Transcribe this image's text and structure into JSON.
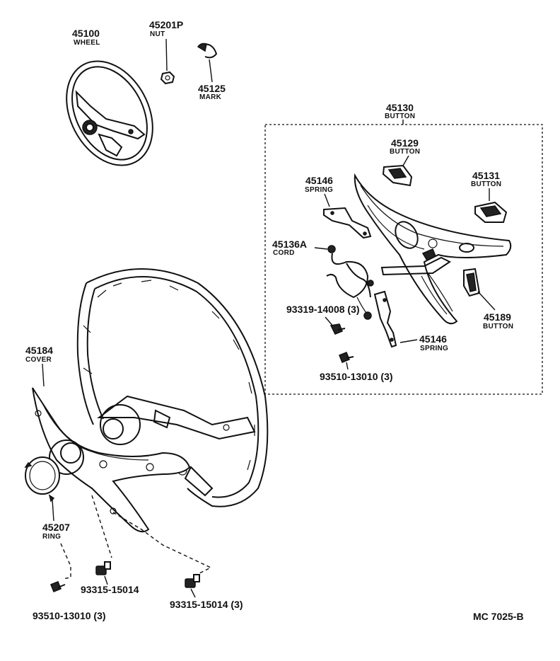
{
  "parts": {
    "wheel": {
      "number": "45100",
      "name": "WHEEL"
    },
    "nut": {
      "number": "45201P",
      "name": "NUT"
    },
    "mark": {
      "number": "45125",
      "name": "MARK"
    },
    "button_assy": {
      "number": "45130",
      "name": "BUTTON"
    },
    "button_45129": {
      "number": "45129",
      "name": "BUTTON"
    },
    "button_45131": {
      "number": "45131",
      "name": "BUTTON"
    },
    "spring_upper": {
      "number": "45146",
      "name": "SPRING"
    },
    "cord": {
      "number": "45136A",
      "name": "CORD"
    },
    "screw_93319": {
      "number": "93319-14008 (3)"
    },
    "spring_lower": {
      "number": "45146",
      "name": "SPRING"
    },
    "button_45189": {
      "number": "45189",
      "name": "BUTTON"
    },
    "screw_box": {
      "number": "93510-13010 (3)"
    },
    "cover": {
      "number": "45184",
      "name": "COVER"
    },
    "ring": {
      "number": "45207",
      "name": "RING"
    },
    "screw_93315_a": {
      "number": "93315-15014"
    },
    "screw_93315_b": {
      "number": "93315-15014 (3)"
    },
    "screw_bottom": {
      "number": "93510-13010 (3)"
    }
  },
  "diagram_code": "MC  7025-B"
}
